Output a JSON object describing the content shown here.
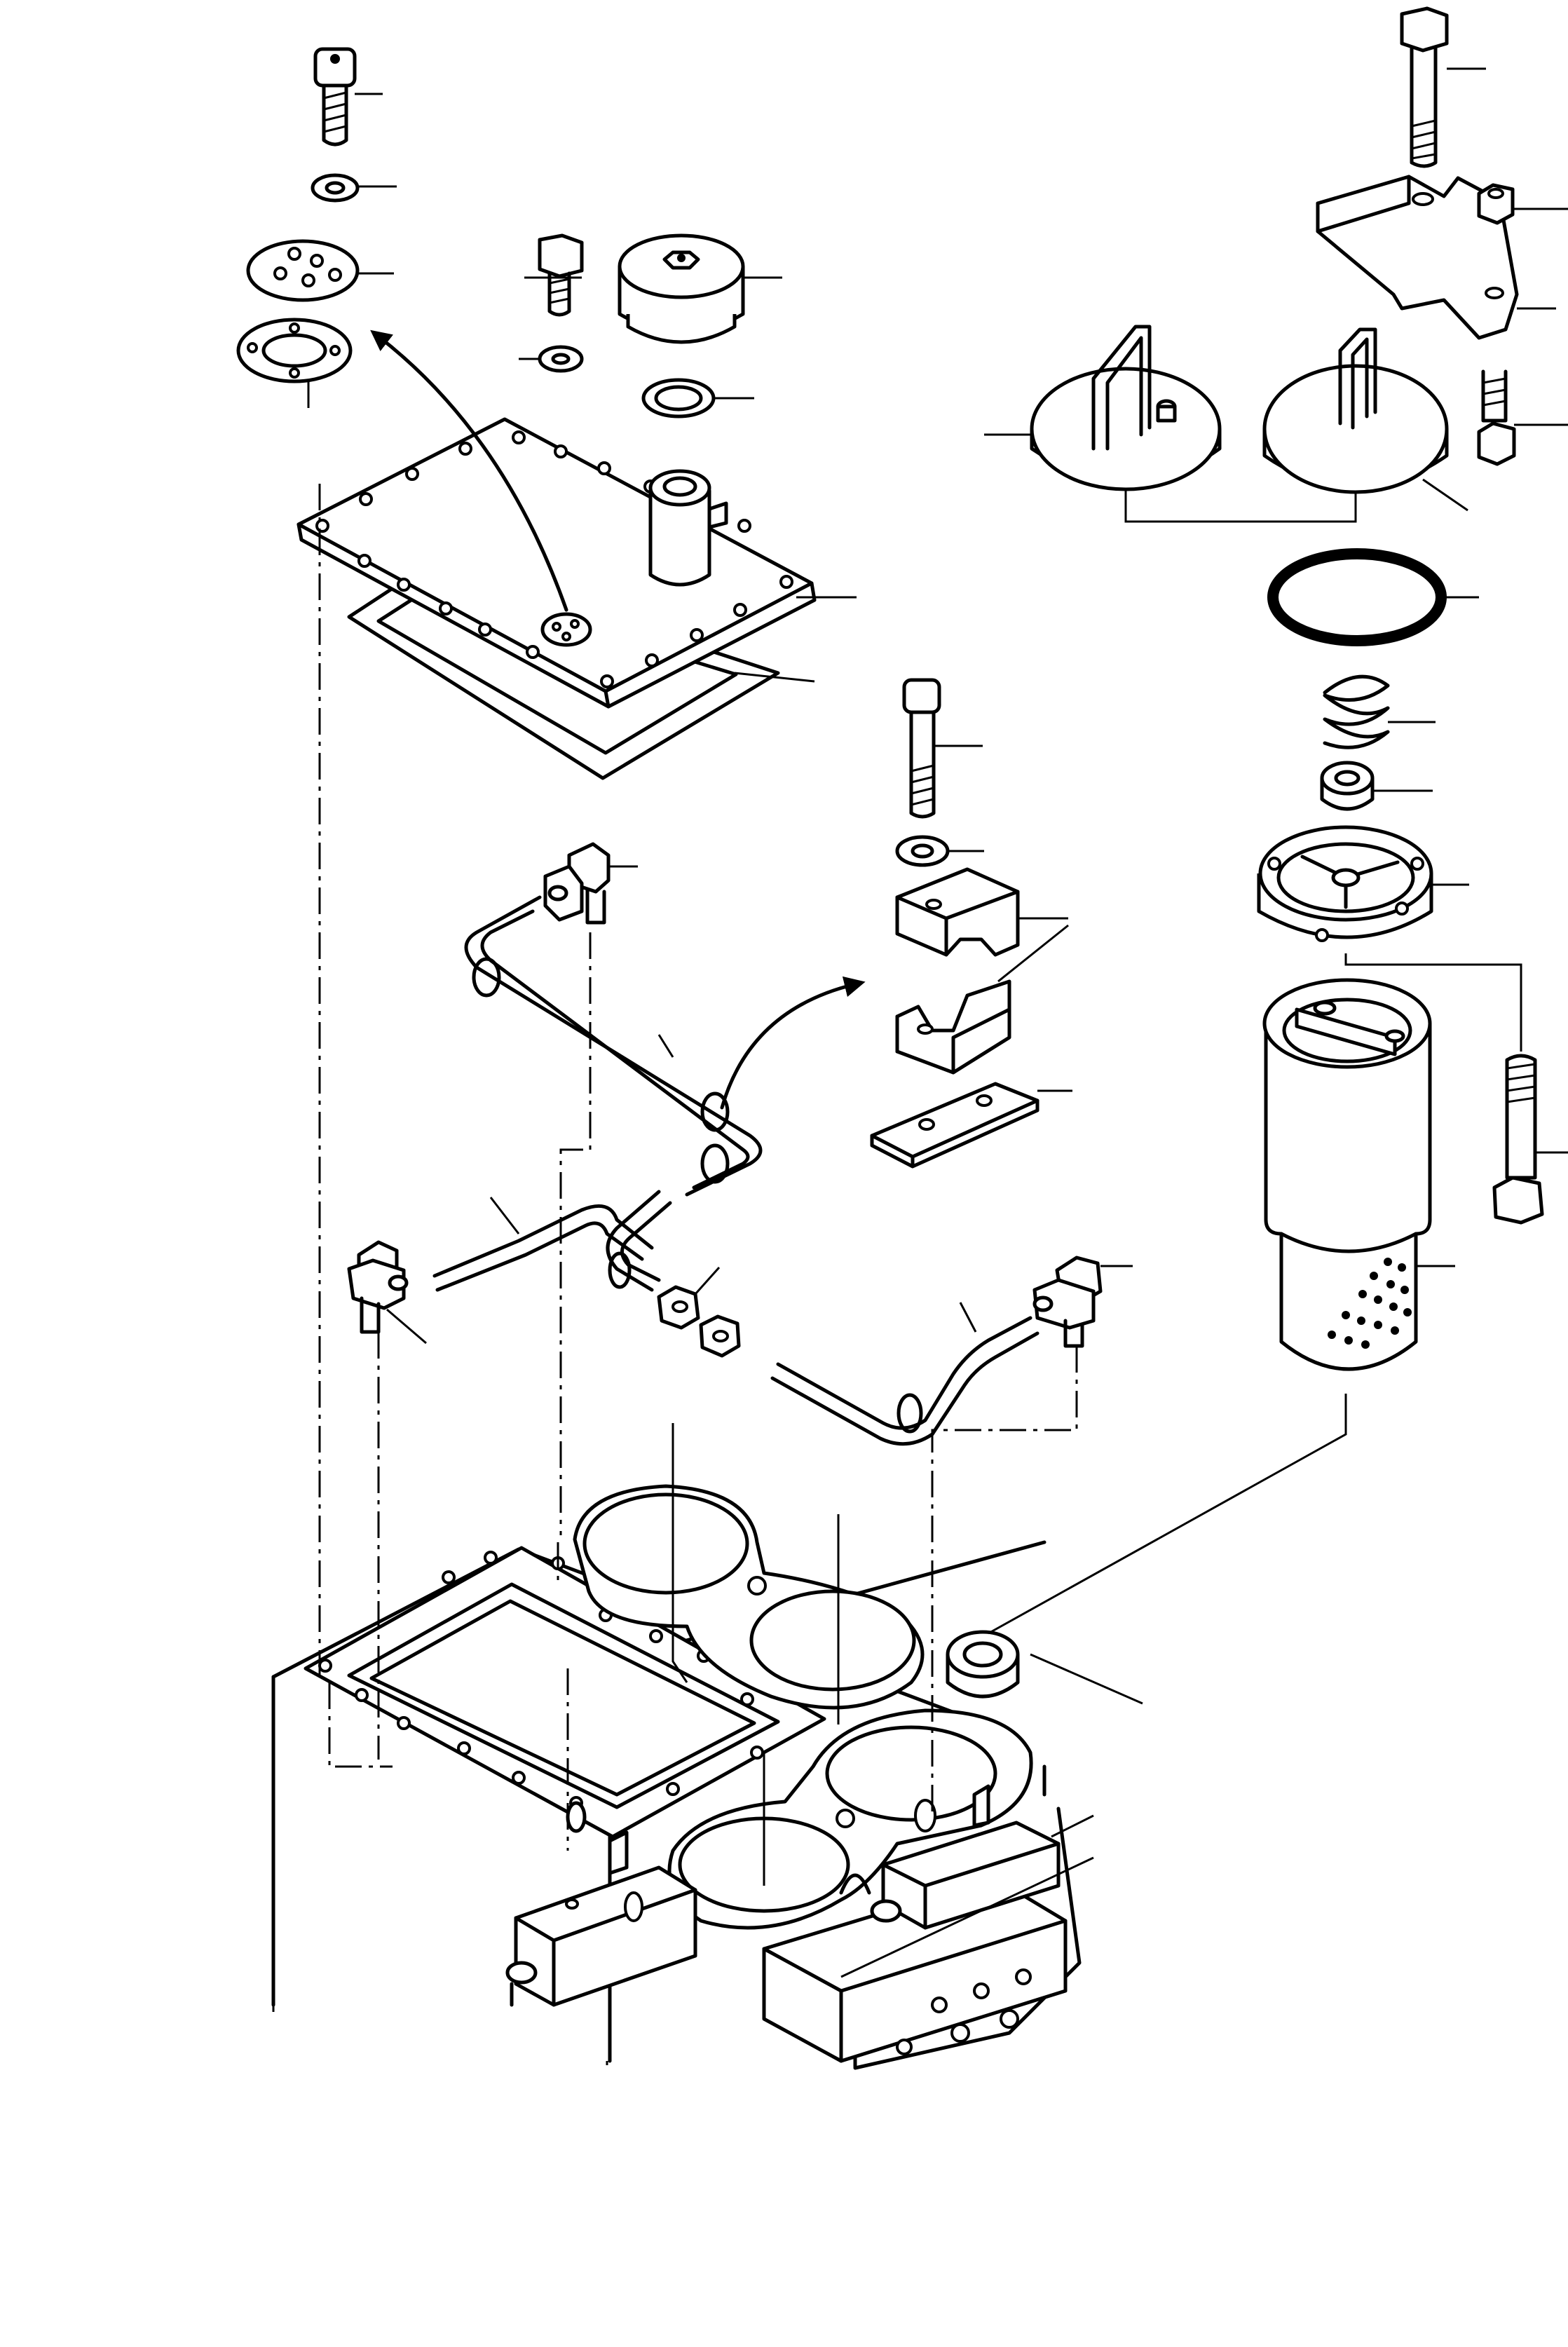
{
  "figure": {
    "type": "exploded-view parts drawing",
    "callout_numbers_visible": false
  },
  "arrows": [
    {
      "from": "cover-plate",
      "to": "small-flange-cover"
    },
    {
      "from": "oil-pipe",
      "to": "pipe-clamp"
    }
  ],
  "colors": {
    "ink": "#000000",
    "paper": "#ffffff"
  }
}
